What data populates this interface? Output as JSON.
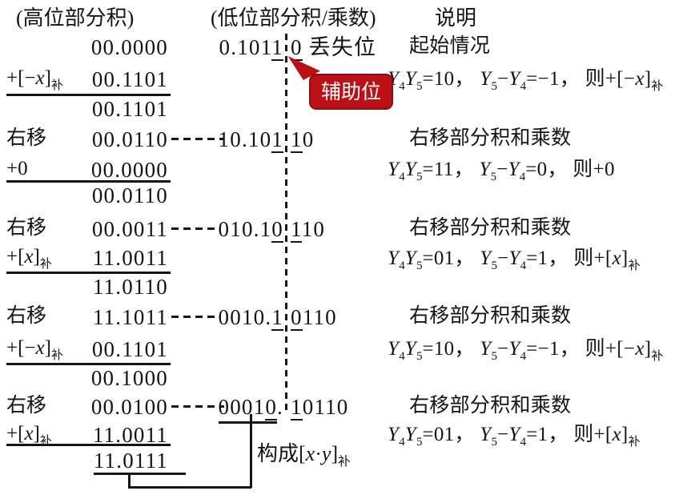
{
  "headers": {
    "high": "(高位部分积)",
    "low": "(低位部分积/乘数)",
    "note": "说明"
  },
  "left": [
    {
      "label": "",
      "value": "00.0000"
    },
    {
      "label": "+[−*x*]{补}",
      "value": "00.1101"
    },
    {
      "label": "",
      "value": "00.1101"
    },
    {
      "label": "右移",
      "value": "00.0110"
    },
    {
      "label": "+0",
      "value": "00.0000"
    },
    {
      "label": "",
      "value": "00.0110"
    },
    {
      "label": "右移",
      "value": "00.0011"
    },
    {
      "label": "+[*x*]{补}",
      "value": "11.0011"
    },
    {
      "label": "",
      "value": "11.0110"
    },
    {
      "label": "右移",
      "value": "11.1011"
    },
    {
      "label": "+[−*x*]{补}",
      "value": "00.1101"
    },
    {
      "label": "",
      "value": "00.1000"
    },
    {
      "label": "右移",
      "value": "00.0100"
    },
    {
      "label": "+[*x*]{补}",
      "value": "11.0011"
    },
    {
      "label": "",
      "value": "11.0111"
    }
  ],
  "low": [
    {
      "pre": "0.101_1_",
      "post": "_0_ 丢失位"
    },
    {
      "pre": "10.10_1_",
      "post": "_1_0"
    },
    {
      "pre": "010.1_0_",
      "post": "_1_10"
    },
    {
      "pre": "0010._1_",
      "post": "_0_110"
    },
    {
      "pre": "~0001_0_~.",
      "post": "_1_0110"
    }
  ],
  "notes": [
    "起始情况",
    "*Y*{4}*Y*{5}=10， *Y*{5}−*Y*{4}=−1， 则+[−*x*]{补}",
    "右移部分积和乘数",
    "*Y*{4}*Y*{5}=11， *Y*{5}−*Y*{4}=0， 则+0",
    "右移部分积和乘数",
    "*Y*{4}*Y*{5}=01， *Y*{5}−*Y*{4}=1， 则+[*x*]{补}",
    "右移部分积和乘数",
    "*Y*{4}*Y*{5}=10， *Y*{5}−*Y*{4}=−1， 则+[−*x*]{补}",
    "右移部分积和乘数",
    "*Y*{4}*Y*{5}=01， *Y*{5}−*Y*{4}=1， 则+[*x*]{补}"
  ],
  "callout": {
    "label": "辅助位"
  },
  "bracket_label": "构成[*x*·*y*]{补}",
  "colors": {
    "ink": "#161616",
    "callout_fill": "#bb1016",
    "callout_border": "#8c0e12",
    "callout_text": "#ffffff"
  }
}
